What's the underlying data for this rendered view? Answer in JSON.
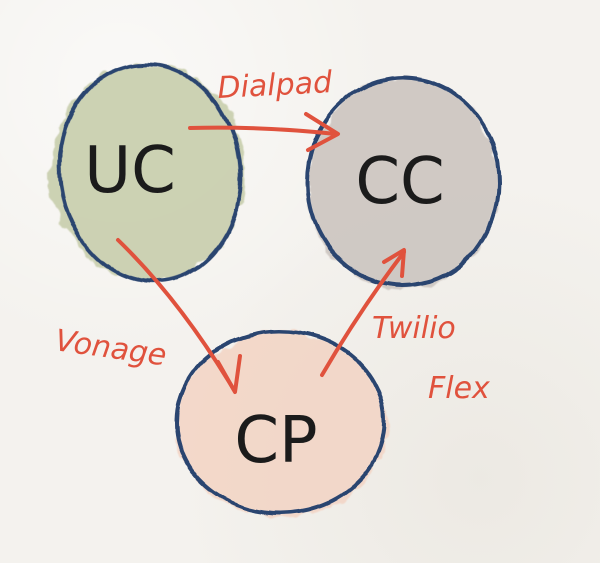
{
  "nodes": {
    "uc": {
      "label": "UC",
      "fill": "#c9cfae",
      "stroke": "#2c4570"
    },
    "cc": {
      "label": "CC",
      "fill": "#cdc6c1",
      "stroke": "#2c4570"
    },
    "cp": {
      "label": "CP",
      "fill": "#f3d6c7",
      "stroke": "#2c4570"
    }
  },
  "edges": {
    "uc_cc": {
      "label": "Dialpad",
      "color": "#e0523d"
    },
    "uc_cp": {
      "label": "Vonage",
      "color": "#e0523d"
    },
    "cp_cc": {
      "label_line1": "Twilio",
      "label_line2": "Flex",
      "color": "#e0523d"
    }
  }
}
